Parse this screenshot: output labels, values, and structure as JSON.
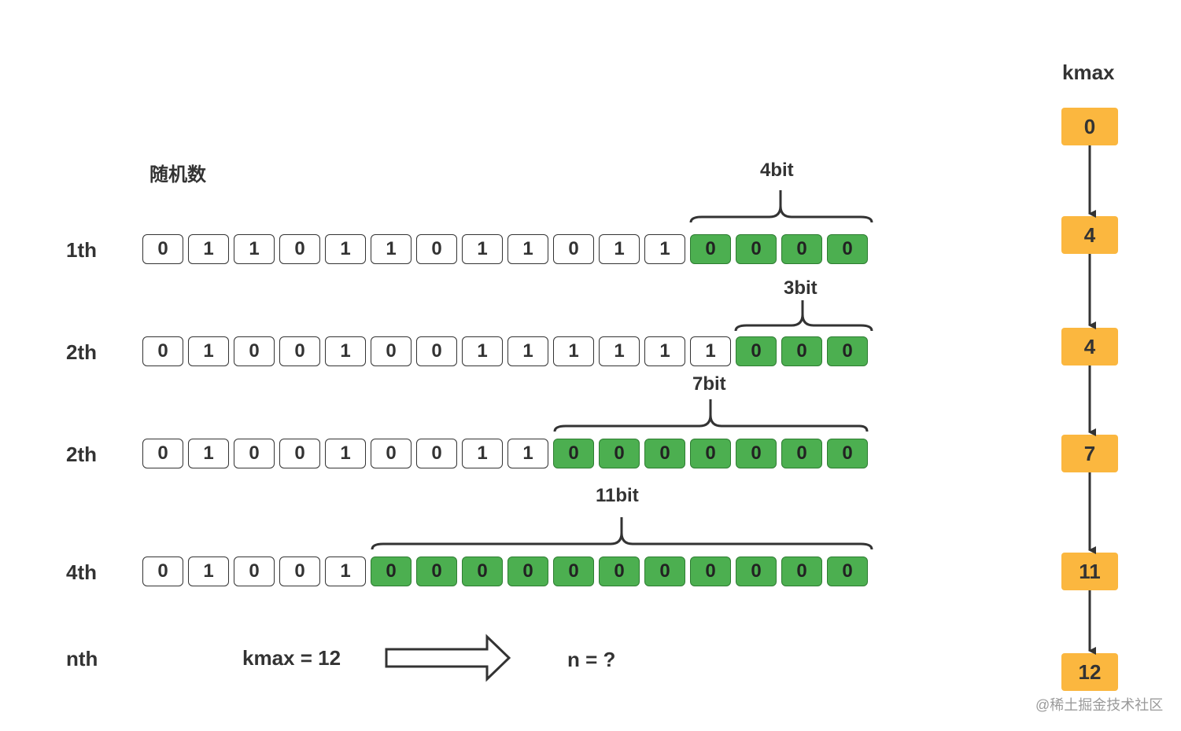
{
  "title": "随机数",
  "rows": [
    {
      "label": "1th",
      "bits": [
        "0",
        "1",
        "1",
        "0",
        "1",
        "1",
        "0",
        "1",
        "1",
        "0",
        "1",
        "1",
        "0",
        "0",
        "0",
        "0"
      ],
      "zero_run_length": 4,
      "run_label": "4bit"
    },
    {
      "label": "2th",
      "bits": [
        "0",
        "1",
        "0",
        "0",
        "1",
        "0",
        "0",
        "1",
        "1",
        "1",
        "1",
        "1",
        "1",
        "0",
        "0",
        "0"
      ],
      "zero_run_length": 3,
      "run_label": "3bit"
    },
    {
      "label": "2th",
      "bits": [
        "0",
        "1",
        "0",
        "0",
        "1",
        "0",
        "0",
        "1",
        "1",
        "0",
        "0",
        "0",
        "0",
        "0",
        "0",
        "0"
      ],
      "zero_run_length": 7,
      "run_label": "7bit"
    },
    {
      "label": "4th",
      "bits": [
        "0",
        "1",
        "0",
        "0",
        "1",
        "0",
        "0",
        "0",
        "0",
        "0",
        "0",
        "0",
        "0",
        "0",
        "0",
        "0"
      ],
      "zero_run_length": 11,
      "run_label": "11bit"
    }
  ],
  "nth": {
    "label": "nth",
    "kmax_text": "kmax  =  12",
    "result_text": "n  =  ?"
  },
  "kmax_column": {
    "header": "kmax",
    "values": [
      "0",
      "4",
      "4",
      "7",
      "11",
      "12"
    ]
  },
  "watermark": "@稀土掘金技术社区",
  "colors": {
    "zero_run": "#4caf50",
    "kmax_box": "#fbb73f",
    "stroke": "#333333"
  }
}
